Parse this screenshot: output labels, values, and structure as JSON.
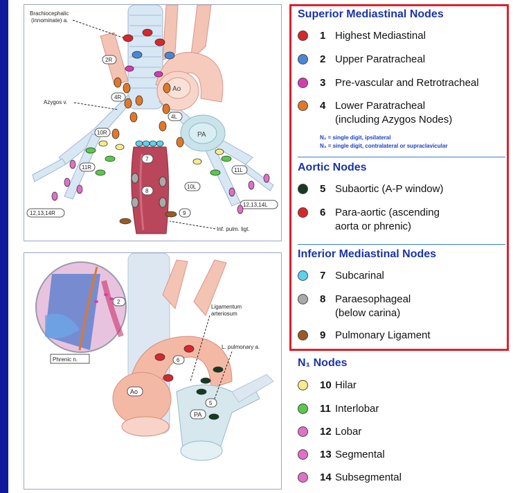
{
  "top_diagram": {
    "labels": {
      "brachiocephalic": "Brachiocephalic",
      "innominate": "(innominate) a.",
      "azygos": "Azygos v.",
      "inf_pulm_ligt": "Inf. pulm. ligt.",
      "ao": "Ao",
      "pa": "PA",
      "station_2r": "2R",
      "station_4r": "4R",
      "station_4l": "4L",
      "station_10r": "10R",
      "station_10l": "10L",
      "station_11r": "11R",
      "station_11l": "11L",
      "station_7": "7",
      "station_8": "8",
      "station_9": "9",
      "station_12r": "12,13,14R",
      "station_12l": "12,13,14L"
    }
  },
  "bottom_diagram": {
    "labels": {
      "ligamentum": "Ligamentum",
      "arteriosum": "arteriosum",
      "pulmonary_a": "L. pulmonary a.",
      "phrenic": "Phrenic n.",
      "ao": "Ao",
      "pa": "PA",
      "station_6": "6",
      "station_5": "5",
      "station_2": "2"
    }
  },
  "legend": {
    "superior_title": "Superior Mediastinal Nodes",
    "superior_items": [
      {
        "num": "1",
        "label": "Highest Mediastinal",
        "color": "#d8262c"
      },
      {
        "num": "2",
        "label": "Upper Paratracheal",
        "color": "#4a86d8"
      },
      {
        "num": "3",
        "label": "Pre-vascular and Retrotracheal",
        "color": "#d63cae"
      },
      {
        "num": "4",
        "label": "Lower Paratracheal",
        "label2": "(including Azygos Nodes)",
        "color": "#e0782a"
      }
    ],
    "note1": "N₂ = single digit, ipsilateral",
    "note2": "N₃ = single digit, contralateral or supraclavicular",
    "aortic_title": "Aortic Nodes",
    "aortic_items": [
      {
        "num": "5",
        "label": "Subaortic (A-P window)",
        "color": "#163a22"
      },
      {
        "num": "6",
        "label": "Para-aortic (ascending",
        "label2": "aorta or phrenic)",
        "color": "#d8262c"
      }
    ],
    "inferior_title": "Inferior Mediastinal Nodes",
    "inferior_items": [
      {
        "num": "7",
        "label": "Subcarinal",
        "color": "#5ad2f0"
      },
      {
        "num": "8",
        "label": "Paraesophageal",
        "label2": "(below carina)",
        "color": "#a8aaa8"
      },
      {
        "num": "9",
        "label": "Pulmonary Ligament",
        "color": "#9a5a22"
      }
    ],
    "n1_title": "N₁ Nodes",
    "n1_items": [
      {
        "num": "10",
        "label": "Hilar",
        "color": "#f6ec8a"
      },
      {
        "num": "11",
        "label": "Interlobar",
        "color": "#5ac84a"
      },
      {
        "num": "12",
        "label": "Lobar",
        "color": "#e070c8"
      },
      {
        "num": "13",
        "label": "Segmental",
        "color": "#e070c8"
      },
      {
        "num": "14",
        "label": "Subsegmental",
        "color": "#e070c8"
      }
    ]
  }
}
